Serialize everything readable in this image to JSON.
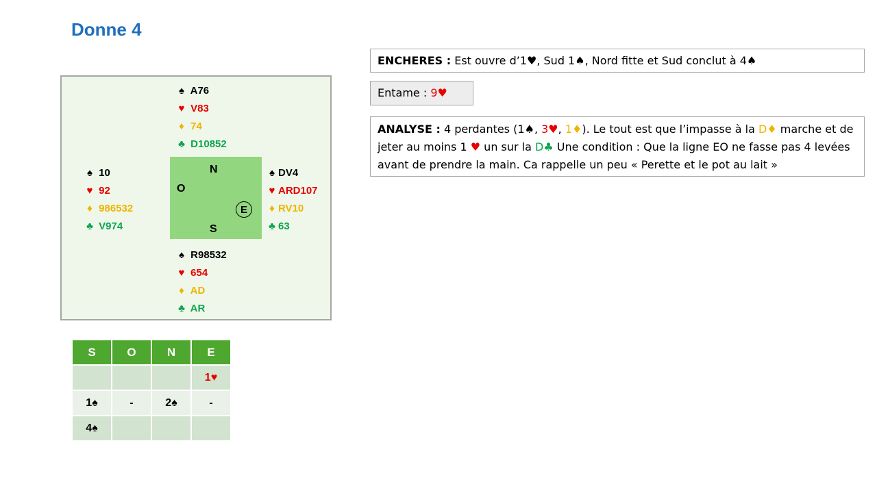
{
  "title": "Donne 4",
  "colors": {
    "spade": "#000000",
    "heart": "#e60000",
    "diamond": "#f0b400",
    "club": "#0ea44f",
    "title": "#1f6fbf",
    "table_header": "#4ea72e",
    "compass": "#92d67f"
  },
  "icons": {
    "spade": "spade-icon",
    "heart": "heart-icon",
    "diamond": "diamond-icon",
    "club": "club-icon"
  },
  "hands": {
    "north": {
      "spades": "A76",
      "hearts": "V83",
      "diamonds": "74",
      "clubs": "D10852"
    },
    "west": {
      "spades": "10",
      "hearts": "92",
      "diamonds": "986532",
      "clubs": "V974"
    },
    "east": {
      "spades": "DV4",
      "hearts": "ARD107",
      "diamonds": "RV10",
      "clubs": "63"
    },
    "south": {
      "spades": "R98532",
      "hearts": "654",
      "diamonds": "AD",
      "clubs": "AR"
    }
  },
  "compass": {
    "n": "N",
    "o": "O",
    "e": "E",
    "s": "S"
  },
  "encheres": {
    "label": "ENCHERES :",
    "t1": " Est ouvre d’1",
    "t2": ", Sud 1",
    "t3": ", Nord fitte et Sud conclut à 4"
  },
  "entame": {
    "label": "Entame : ",
    "value": "9"
  },
  "analyse": {
    "label": "ANALYSE :",
    "t1": " 4 perdantes (1",
    "t2": ", ",
    "n2": "3",
    "t3": ", ",
    "n3": "1",
    "t4": "). Le tout est que l’impasse à la ",
    "d1": "D",
    "t5": " marche et de jeter au moins 1 ",
    "t6": " un  sur la ",
    "d2": "D",
    "t7": " Une condition : Que la ligne EO ne fasse pas 4 levées avant de prendre la main. Ca rappelle un peu « Perette et le pot au lait »"
  },
  "bidding": {
    "headers": [
      "S",
      "O",
      "N",
      "E"
    ],
    "r1": {
      "e": "1"
    },
    "r2": {
      "s": "1",
      "o": "-",
      "n": "2",
      "e": "-"
    },
    "r3": {
      "s": "4"
    }
  }
}
